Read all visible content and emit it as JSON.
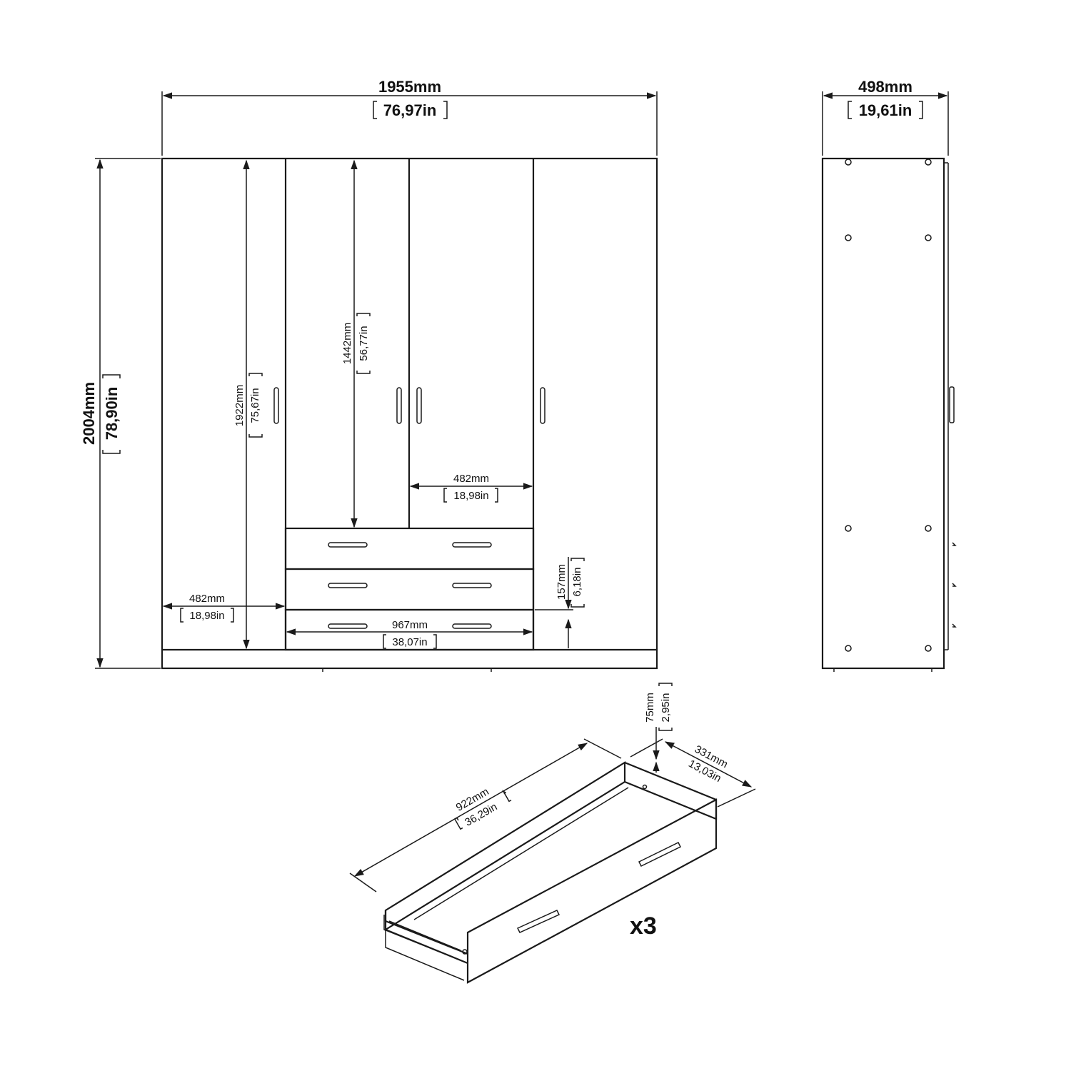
{
  "front": {
    "width_mm": "1955mm",
    "width_in": "76,97in",
    "height_mm": "2004mm",
    "height_in": "78,90in",
    "inner_height_mm": "1922mm",
    "inner_height_in": "75,67in",
    "center_height_mm": "1442mm",
    "center_height_in": "56,77in",
    "side_width_mm": "482mm",
    "side_width_in": "18,98in",
    "door_width_mm": "482mm",
    "door_width_in": "18,98in",
    "drawer_height_mm": "157mm",
    "drawer_height_in": "6,18in",
    "drawer_width_mm": "967mm",
    "drawer_width_in": "38,07in"
  },
  "side": {
    "depth_mm": "498mm",
    "depth_in": "19,61in"
  },
  "drawer": {
    "length_mm": "922mm",
    "length_in": "36,29in",
    "depth_mm": "331mm",
    "depth_in": "13,03in",
    "height_mm": "75mm",
    "height_in": "2,95in",
    "quantity": "x3"
  }
}
